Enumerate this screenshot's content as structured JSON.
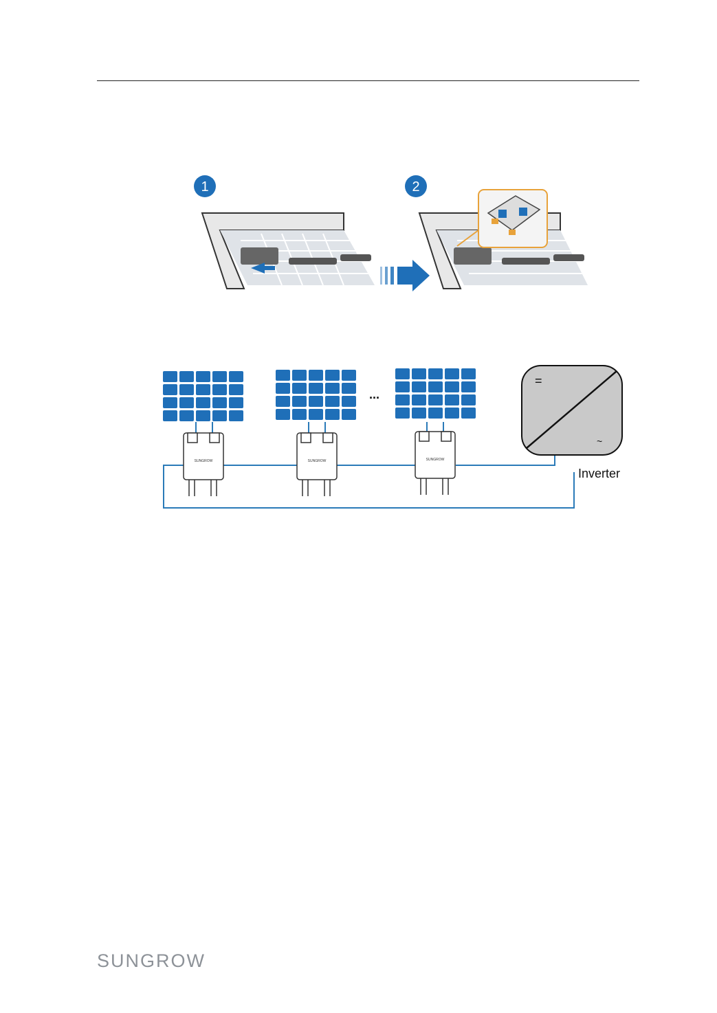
{
  "header": {},
  "step_figure": {
    "steps": [
      {
        "number": "1"
      },
      {
        "number": "2"
      }
    ]
  },
  "wiring_diagram": {
    "inverter_label": "Inverter",
    "ellipsis": "...",
    "dc_symbol": "=",
    "ac_symbol": "~",
    "optimizer_brand": "SUNGROW",
    "panel_color": "#1f6fb8",
    "wire_color": "#2a7ab8"
  },
  "footer": {
    "logo_text": "SUNGROW"
  }
}
